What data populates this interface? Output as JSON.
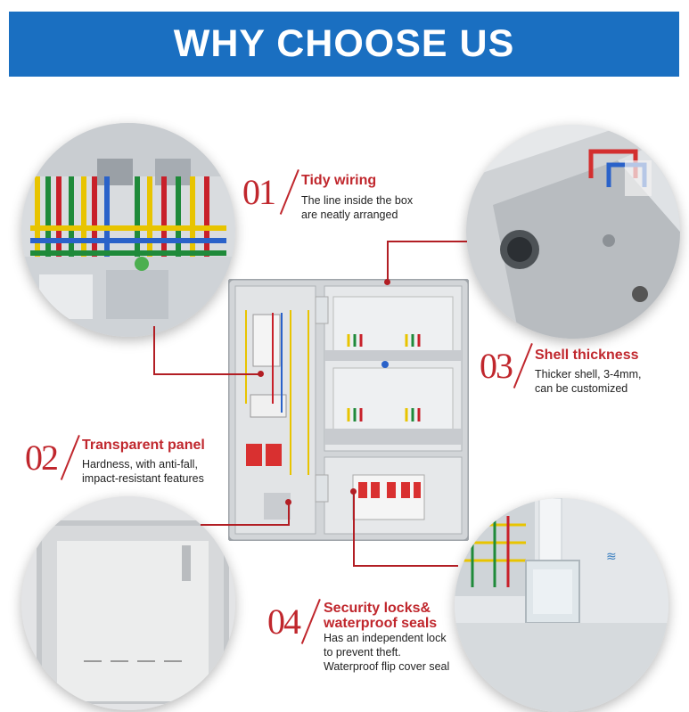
{
  "banner": {
    "title": "WHY CHOOSE US",
    "color": "#1a6fc1"
  },
  "accent_color": "#c0272d",
  "features": [
    {
      "number": "01",
      "title": "Tidy wiring",
      "desc": [
        "The line inside the box",
        "are neatly arranged"
      ]
    },
    {
      "number": "02",
      "title": "Transparent panel",
      "desc": [
        "Hardness, with anti-fall,",
        "impact-resistant features"
      ]
    },
    {
      "number": "03",
      "title": "Shell thickness",
      "desc": [
        "Thicker shell, 3-4mm,",
        "can be customized"
      ]
    },
    {
      "number": "04",
      "title": [
        "Security locks&",
        "waterproof seals"
      ],
      "desc": [
        "Has an independent lock",
        "to prevent theft.",
        "Waterproof flip cover seal"
      ]
    }
  ]
}
